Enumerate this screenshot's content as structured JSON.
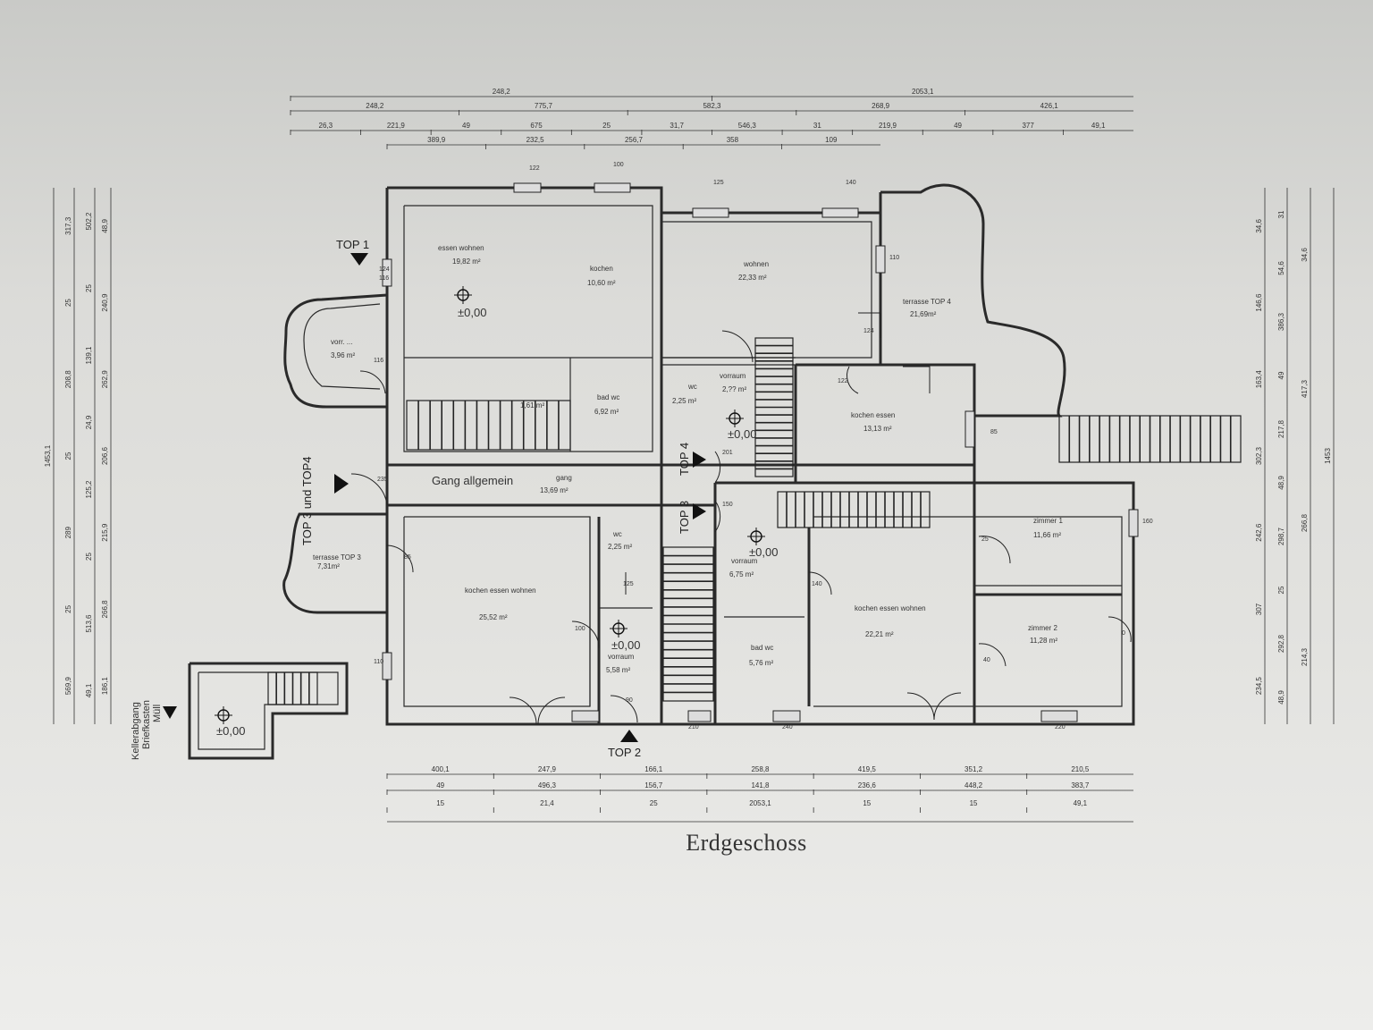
{
  "title": "Erdgeschoss",
  "units": [
    "TOP 1",
    "TOP 2",
    "TOP 3",
    "TOP 4",
    "TOP 3 und TOP4"
  ],
  "side_label": [
    "Kellerabgang",
    "Briefkasten",
    "Müll"
  ],
  "level_marks": [
    "±0,00"
  ],
  "corridor": {
    "main": "Gang allgemein",
    "name": "gang",
    "area": "13,69 m²"
  },
  "rooms": [
    {
      "name": "essen wohnen",
      "area": "19,82 m²"
    },
    {
      "name": "kochen",
      "area": "10,60 m²"
    },
    {
      "name": "wohnen",
      "area": "22,33 m²"
    },
    {
      "name": "terrasse TOP 4",
      "area": "21,69m²"
    },
    {
      "name": "vorr. ...",
      "area": "3,96 m²"
    },
    {
      "name": "wc",
      "area": "2,25 m²"
    },
    {
      "name": "vorraum",
      "area": "2,?? m²"
    },
    {
      "name": "bad wc",
      "area": "6,92 m²"
    },
    {
      "name": "",
      "area": "1,61 m²"
    },
    {
      "name": "kochen essen",
      "area": "13,13 m²"
    },
    {
      "name": "terrasse TOP 3",
      "area": "7,31m²"
    },
    {
      "name": "kochen essen wohnen",
      "area": "25,52 m²"
    },
    {
      "name": "wc",
      "area": "2,25 m²"
    },
    {
      "name": "vorraum",
      "area": "5,58 m²"
    },
    {
      "name": "vorraum",
      "area": "6,75 m²"
    },
    {
      "name": "bad wc",
      "area": "5,76 m²"
    },
    {
      "name": "kochen essen wohnen",
      "area": "22,21 m²"
    },
    {
      "name": "zimmer 1",
      "area": "11,66 m²"
    },
    {
      "name": "zimmer 2",
      "area": "11,28 m²"
    }
  ],
  "dims_top": {
    "row1": [
      "248,2",
      "2053,1"
    ],
    "row2": [
      "248,2",
      "775,7",
      "582,3",
      "268,9",
      "426,1"
    ],
    "row3": [
      "26,3",
      "221,9",
      "49",
      "675",
      "25",
      "31,7",
      "546,3",
      "31",
      "219,9",
      "49",
      "377",
      "49,1"
    ],
    "row4": [
      "389,9",
      "232,5",
      "256,7",
      "358",
      "109"
    ]
  },
  "dims_bottom": {
    "row1": [
      "400,1",
      "247,9",
      "166,1",
      "258,8",
      "419,5",
      "351,2",
      "210,5"
    ],
    "row2": [
      "49",
      "496,3",
      "156,7",
      "141,8",
      "236,6",
      "448,2",
      "383,7"
    ],
    "row3": [
      "15",
      "21,4",
      "25",
      "2053,1",
      "15",
      "15",
      "49,1"
    ]
  },
  "dims_left": {
    "col1": [
      "1453,1"
    ],
    "col2": [
      "317,3",
      "25",
      "208,8",
      "25",
      "289",
      "25",
      "569,9"
    ],
    "col3": [
      "502,2",
      "25",
      "139,1",
      "24,9",
      "125,2",
      "25",
      "513,6",
      "49,1"
    ],
    "col4": [
      "48,9",
      "240,9",
      "262,9",
      "206,6",
      "215,9",
      "266,8",
      "186,1"
    ]
  },
  "dims_right": {
    "col1": [
      "34,6",
      "146,6",
      "163,4",
      "302,3",
      "242,6",
      "307",
      "234,5"
    ],
    "col2": [
      "31",
      "54,6",
      "386,3",
      "49",
      "217,8",
      "48,9",
      "298,7",
      "25",
      "292,8",
      "48,9"
    ],
    "col3": [
      "34,6",
      "417,3",
      "266,8",
      "214,3"
    ],
    "col4": [
      "1453"
    ]
  },
  "openings": [
    "100",
    "125",
    "140",
    "122",
    "124",
    "116",
    "110",
    "85",
    "201",
    "150",
    "235",
    "90",
    "210",
    "240",
    "220",
    "160",
    "0",
    "25",
    "40"
  ]
}
